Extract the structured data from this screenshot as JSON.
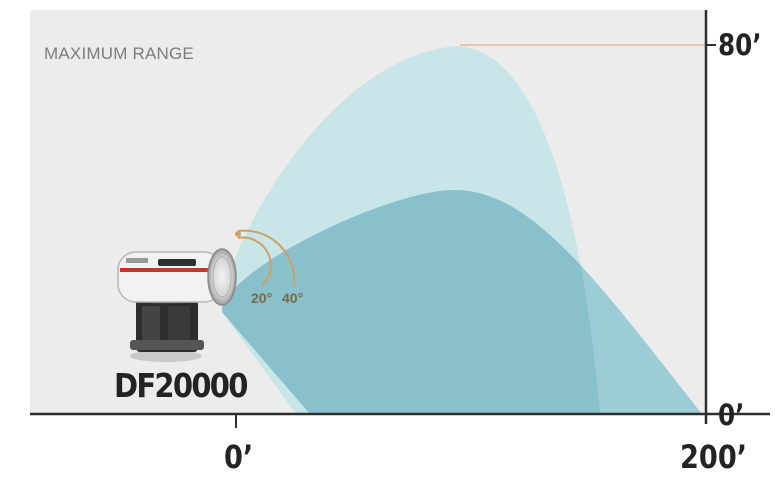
{
  "title": "MAXIMUM RANGE",
  "model": "DF20000",
  "y_axis": {
    "top_label": "80’",
    "bottom_label": "0’"
  },
  "x_axis": {
    "start_label": "0’",
    "end_label": "200’"
  },
  "spray_angles": [
    "20°",
    "40°"
  ],
  "colors": {
    "panel": "#ececed",
    "spray_narrow": "#c8e5e8",
    "spray_wide": "#9ccdd6",
    "spray_overlap": "#88c0cb",
    "axis": "#2e2e2e",
    "peak_line": "#e8b898",
    "angle_arc": "#d0a060"
  },
  "icons": [
    "misting-fan-unit-icon"
  ]
}
